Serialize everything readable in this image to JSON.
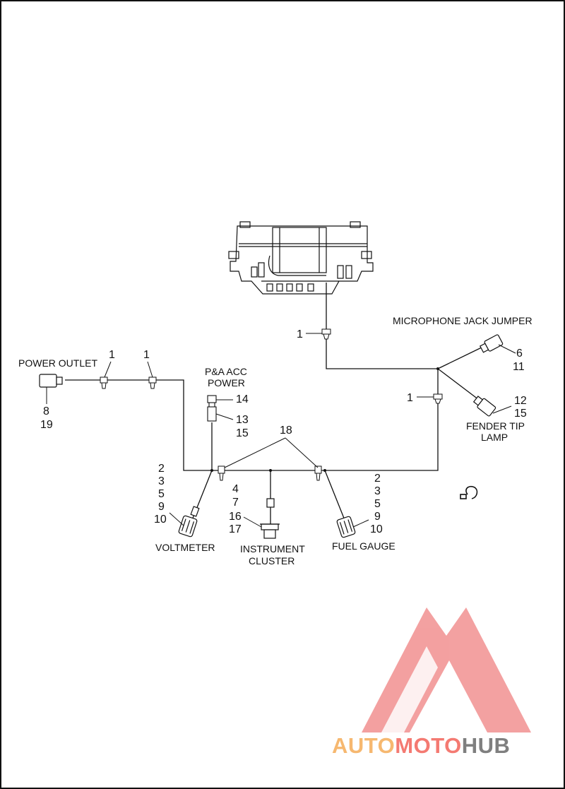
{
  "labels": {
    "power_outlet": "POWER OUTLET",
    "pa_acc_1": "P&A ACC",
    "pa_acc_2": "POWER",
    "microphone_jack": "MICROPHONE JACK JUMPER",
    "fender_tip_1": "FENDER TIP",
    "fender_tip_2": "LAMP",
    "voltmeter": "VOLTMETER",
    "instrument_1": "INSTRUMENT",
    "instrument_2": "CLUSTER",
    "fuel_gauge": "FUEL GAUGE"
  },
  "callouts": {
    "top_clip": "1",
    "outlet_clip_a": "1",
    "outlet_clip_b": "1",
    "right_clip": "1",
    "outlet_refs": [
      "8",
      "19"
    ],
    "pa_upper": "14",
    "pa_lower": [
      "13",
      "15"
    ],
    "mic_refs": [
      "6",
      "11"
    ],
    "fender_refs": [
      "12",
      "15"
    ],
    "junction": "18",
    "volt_refs": [
      "2",
      "3",
      "5",
      "9",
      "10"
    ],
    "cluster_refs": [
      "4",
      "7",
      "16",
      "17"
    ],
    "fuel_refs": [
      "2",
      "3",
      "5",
      "9",
      "10"
    ]
  },
  "watermark": {
    "part1": "AUTO",
    "part2": "MOTO",
    "part3": "HUB",
    "color1": "#f6b870",
    "color2": "#f47a72",
    "color3": "#7f7f7f",
    "logo_color": "#f19090"
  }
}
